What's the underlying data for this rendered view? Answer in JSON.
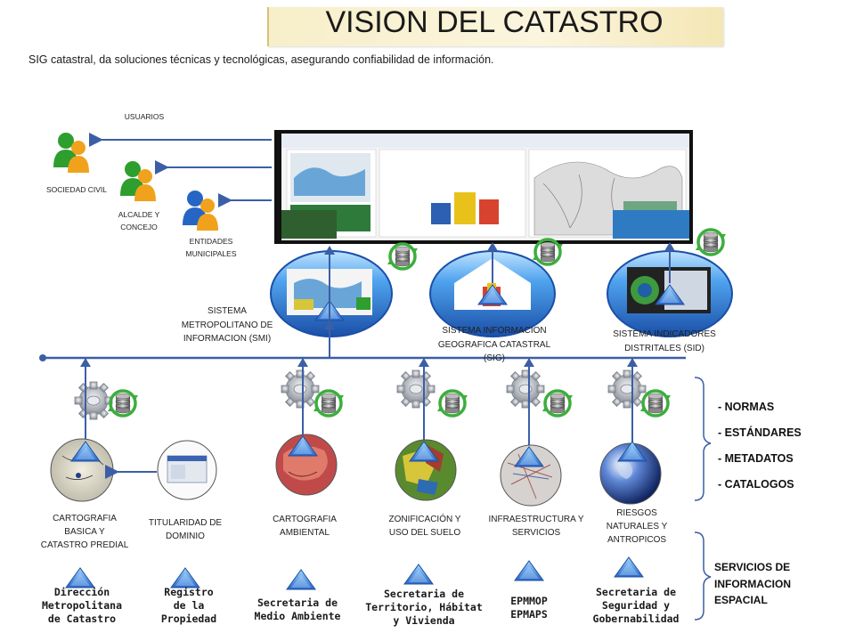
{
  "title": "VISION DEL CATASTRO",
  "subtitle": "SIG catastral, da soluciones técnicas y tecnológicas, asegurando confiabilidad de información.",
  "users": {
    "heading": "USUARIOS",
    "groups": [
      {
        "lines": [
          "SOCIEDAD CIVIL"
        ]
      },
      {
        "lines": [
          "ALCALDE Y",
          "CONCEJO"
        ]
      },
      {
        "lines": [
          "ENTIDADES",
          "MUNICIPALES"
        ]
      }
    ]
  },
  "systems": [
    {
      "lines": [
        "SISTEMA",
        "METROPOLITANO DE",
        "INFORMACION (SMI)"
      ]
    },
    {
      "lines": [
        "SISTEMA INFORMACION",
        "GEOGRAFICA CATASTRAL",
        "(SIG)"
      ]
    },
    {
      "lines": [
        "SISTEMA INDICADORES",
        "DISTRITALES (SID)"
      ]
    }
  ],
  "modules": [
    {
      "lines": [
        "CARTOGRAFIA",
        "BASICA Y",
        "CATASTRO PREDIAL"
      ]
    },
    {
      "lines": [
        "TITULARIDAD DE",
        "DOMINIO"
      ]
    },
    {
      "lines": [
        "CARTOGRAFIA",
        "AMBIENTAL"
      ]
    },
    {
      "lines": [
        "ZONIFICACIÓN Y",
        "USO DEL SUELO"
      ]
    },
    {
      "lines": [
        "INFRAESTRUCTURA Y",
        "SERVICIOS"
      ]
    },
    {
      "lines": [
        "RIESGOS",
        "NATURALES Y",
        "ANTROPICOS"
      ]
    }
  ],
  "entities": [
    {
      "lines": [
        "Dirección",
        "Metropolitana",
        "de Catastro"
      ]
    },
    {
      "lines": [
        "Registro",
        "de la",
        "Propiedad"
      ]
    },
    {
      "lines": [
        "Secretaria de",
        "Medio Ambiente"
      ]
    },
    {
      "lines": [
        "Secretaria de",
        "Territorio, Hábitat",
        "y Vivienda"
      ]
    },
    {
      "lines": [
        "EPMMOP",
        "EPMAPS"
      ]
    },
    {
      "lines": [
        "Secretaria de",
        "Seguridad y",
        "Gobernabilidad"
      ]
    }
  ],
  "standards": [
    "- NORMAS",
    "- ESTÁNDARES",
    "- METADATOS",
    "- CATALOGOS"
  ],
  "services": [
    "SERVICIOS DE",
    "INFORMACION",
    "ESPACIAL"
  ],
  "colors": {
    "line": "#3b5fa6",
    "title_bg": "#f7efc9",
    "sphere": "#2f78d6",
    "gear": "#9aa0a8",
    "db_green": "#3cae3c"
  }
}
